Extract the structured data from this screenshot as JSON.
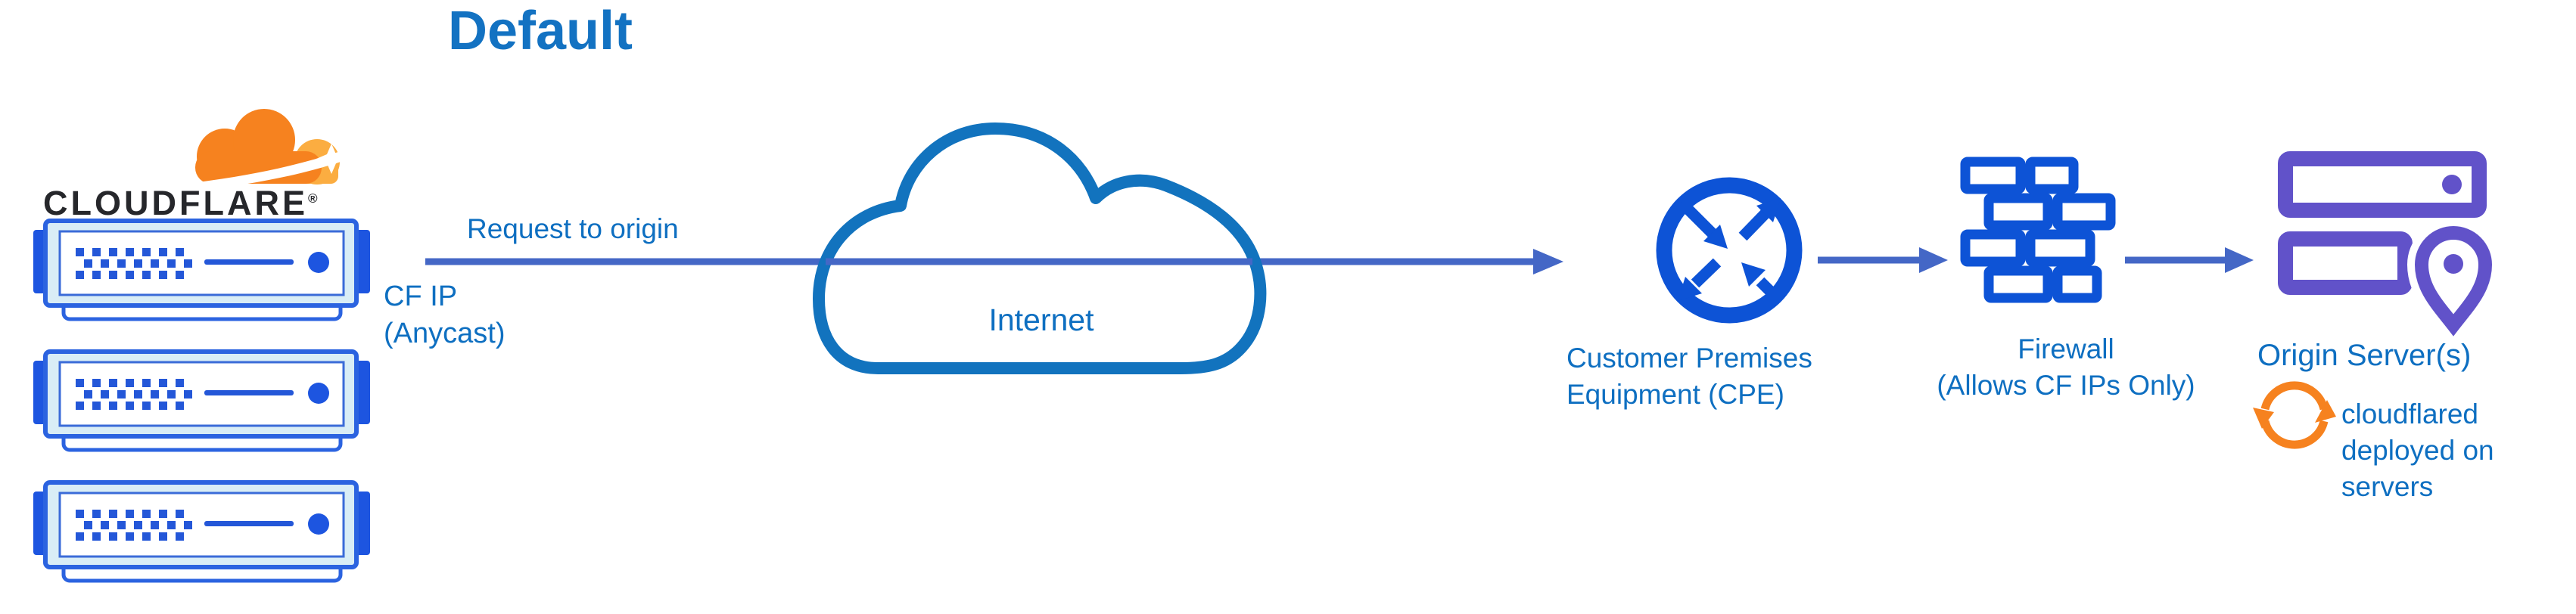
{
  "title": "Default",
  "brand": {
    "logotype": "CLOUDFLARE",
    "registered_mark": "®"
  },
  "edge_labels": {
    "request": "Request to origin",
    "cf_ip": "CF IP\n(Anycast)"
  },
  "nodes": {
    "cloudflare_edge": {
      "description": "stack of three Cloudflare anycast edge servers",
      "server_count": 3
    },
    "internet": {
      "label": "Internet"
    },
    "cpe": {
      "label": "Customer Premises\nEquipment (CPE)"
    },
    "firewall": {
      "label": "Firewall\n(Allows CF IPs Only)"
    },
    "origin": {
      "label": "Origin Server(s)",
      "note": "cloudflared\ndeployed on\nservers"
    }
  },
  "icons": {
    "cloudflare_logo": "orange cloud logo",
    "edge_server": "blue rack server",
    "internet_cloud": "blue outline cloud",
    "cpe_router": "circle with four crossing arrows",
    "firewall": "blue brick wall",
    "origin_servers": "purple rack servers with location pin",
    "sync": "orange circular refresh arrows"
  },
  "colors": {
    "title_blue": "#1372c2",
    "label_blue": "#0e6fc1",
    "icon_blue": "#0d53d6",
    "cloud_blue": "#1273be",
    "arrow_blue": "#4467c6",
    "server_frame_blue": "#2b63e0",
    "server_fill": "#d9edf6",
    "purple": "#6152c9",
    "brand_orange": "#f6821f",
    "brand_orange_light": "#fbad41",
    "logotype_dark": "#26272b"
  }
}
